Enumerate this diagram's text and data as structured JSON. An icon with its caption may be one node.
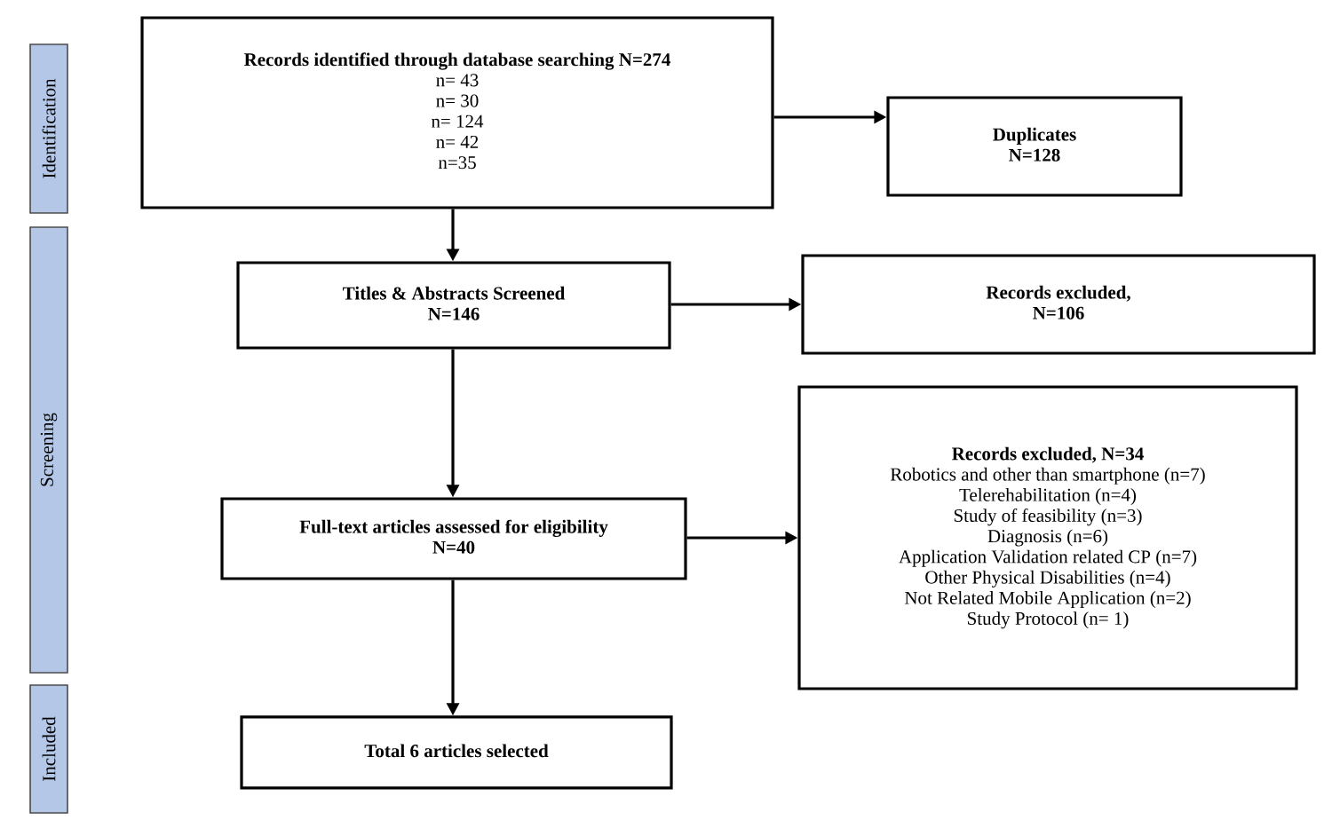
{
  "diagram": {
    "nodes": [
      {
        "text": [
          "Identification"
        ]
      },
      {
        "text": [
          "Screening"
        ]
      },
      {
        "text": [
          "Included"
        ]
      },
      {
        "text": [
          "Records identified through database searching N=274",
          "n= 43",
          "n= 30",
          "n= 124",
          "n= 42",
          "n=35"
        ]
      },
      {
        "text": [
          "Duplicates",
          "N=128"
        ]
      },
      {
        "text": [
          "Titles & Abstracts Screened",
          "N=146"
        ]
      },
      {
        "text": [
          "Records excluded,",
          "N=106"
        ]
      },
      {
        "text": [
          "Full-text articles assessed for eligibility",
          "N=40"
        ]
      },
      {
        "text": [
          "Records excluded, N=34",
          "Robotics and other than smartphone (n=7)",
          "Telerehabilitation  (n=4)",
          "Study of feasibility  (n=3)",
          "Diagnosis (n=6)",
          "Application Validation  related CP (n=7)",
          "Other Physical Disabilities  (n=4)",
          "Not Related Mobile Application  (n=2)",
          "Study Protocol  (n= 1)"
        ]
      },
      {
        "text": [
          "Total 6 articles selected"
        ]
      }
    ],
    "edges": [
      {
        "from": 3,
        "to": 4,
        "arrow": "to"
      },
      {
        "from": 3,
        "to": 5,
        "arrow": "to"
      },
      {
        "from": 5,
        "to": 6,
        "arrow": "to"
      },
      {
        "from": 5,
        "to": 7,
        "arrow": "to"
      },
      {
        "from": 7,
        "to": 8,
        "arrow": "to"
      },
      {
        "from": 7,
        "to": 9,
        "arrow": "to"
      }
    ]
  }
}
